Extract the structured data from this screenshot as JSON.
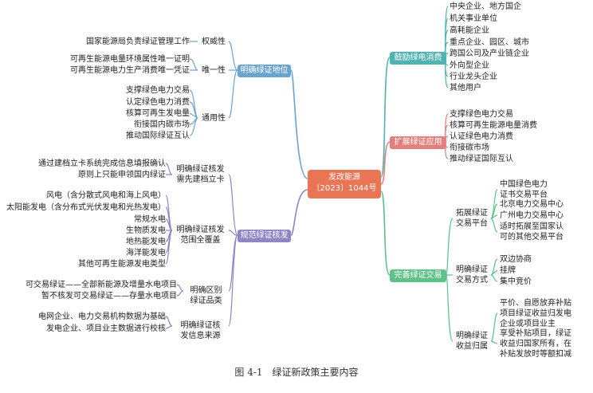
{
  "center": {
    "line1": "发改能源",
    "line2": "〔2023〕1044号"
  },
  "branches": {
    "status": {
      "label": "明确绿证地位",
      "groups": [
        {
          "label": "权威性",
          "items": [
            "国家能源局负责绿证管理工作"
          ]
        },
        {
          "label": "唯一性",
          "items": [
            "可再生能源电量环境属性唯一证明",
            "可再生能源电力生产消费唯一凭证"
          ]
        },
        {
          "label": "通用性",
          "items": [
            "支撑绿色电力交易",
            "认定绿色电力消费",
            "核算可再生发电量",
            "衔接国内碳市场",
            "推动国际绿证互认"
          ]
        }
      ]
    },
    "issuance": {
      "label": "规范绿证核发",
      "groups": [
        {
          "label1": "明确绿证核发",
          "label2": "需先建档立卡",
          "items": [
            "通过建档立卡系统完成信息填报确认",
            "原则上只能申领国内绿证"
          ]
        },
        {
          "label1": "明确绿证核发",
          "label2": "范围全覆盖",
          "items": [
            "风电（含分散式风电和海上风电）",
            "太阳能发电（含分布式光伏发电和光热发电）",
            "常规水电",
            "生物质发电",
            "地热能发电",
            "海洋能发电",
            "其他可再生能源发电类型"
          ]
        },
        {
          "label1": "明确区别",
          "label2": "绿证品类",
          "items": [
            "可交易绿证——全部新能源及增量水电项目",
            "暂不核发可交易绿证——存量水电项目"
          ]
        },
        {
          "label1": "明确绿证核",
          "label2": "发信息来源",
          "items": [
            "电网企业、电力交易机构数据为基础",
            "发电企业、项目业主数据进行校核"
          ]
        }
      ]
    },
    "consumption": {
      "label": "鼓励绿电消费",
      "items": [
        "中央企业、地方国企",
        "机关事业单位",
        "高耗能企业",
        "重点企业、园区、城市",
        "跨国公司及产业链企业",
        "外向型企业",
        "行业龙头企业",
        "其他用户"
      ]
    },
    "application": {
      "label": "扩展绿证应用",
      "items": [
        "支撑绿色电力交易",
        "核算可再生能源电量消费",
        "认证绿色电力消费",
        "衔接碳市场",
        "推动绿证国际互认"
      ]
    },
    "trading": {
      "label": "完善绿证交易",
      "groups": [
        {
          "label1": "拓展绿证",
          "label2": "交易平台",
          "items": [
            {
              "l1": "中国绿色电力",
              "l2": "证书交易平台"
            },
            {
              "l1": "北京电力交易中心",
              "l2": ""
            },
            {
              "l1": "广州电力交易中心",
              "l2": ""
            },
            {
              "l1": "适时拓展至国家认",
              "l2": "可的其他交易平台"
            }
          ]
        },
        {
          "label1": "明确绿证",
          "label2": "交易方式",
          "items": [
            {
              "l1": "双边协商",
              "l2": ""
            },
            {
              "l1": "挂牌",
              "l2": ""
            },
            {
              "l1": "集中竞价",
              "l2": ""
            }
          ]
        },
        {
          "label1": "明确绿证",
          "label2": "收益归属",
          "items": [
            {
              "l1": "平价、自愿放弃补贴",
              "l2": "项目绿证收益归发电",
              "l3": "企业或项目业主"
            },
            {
              "l1": "享受补贴项目，绿证",
              "l2": "收益归国家所有，在",
              "l3": "补贴发放时等额扣减"
            }
          ]
        }
      ]
    }
  },
  "caption": "图 4-1　绿证新政策主要内容",
  "colors": {
    "center": "#e97555",
    "status": "#6ba3cf",
    "issuance": "#8f86c4",
    "consumption": "#4fb3b1",
    "application": "#e2807d",
    "trading": "#5ec18a"
  }
}
